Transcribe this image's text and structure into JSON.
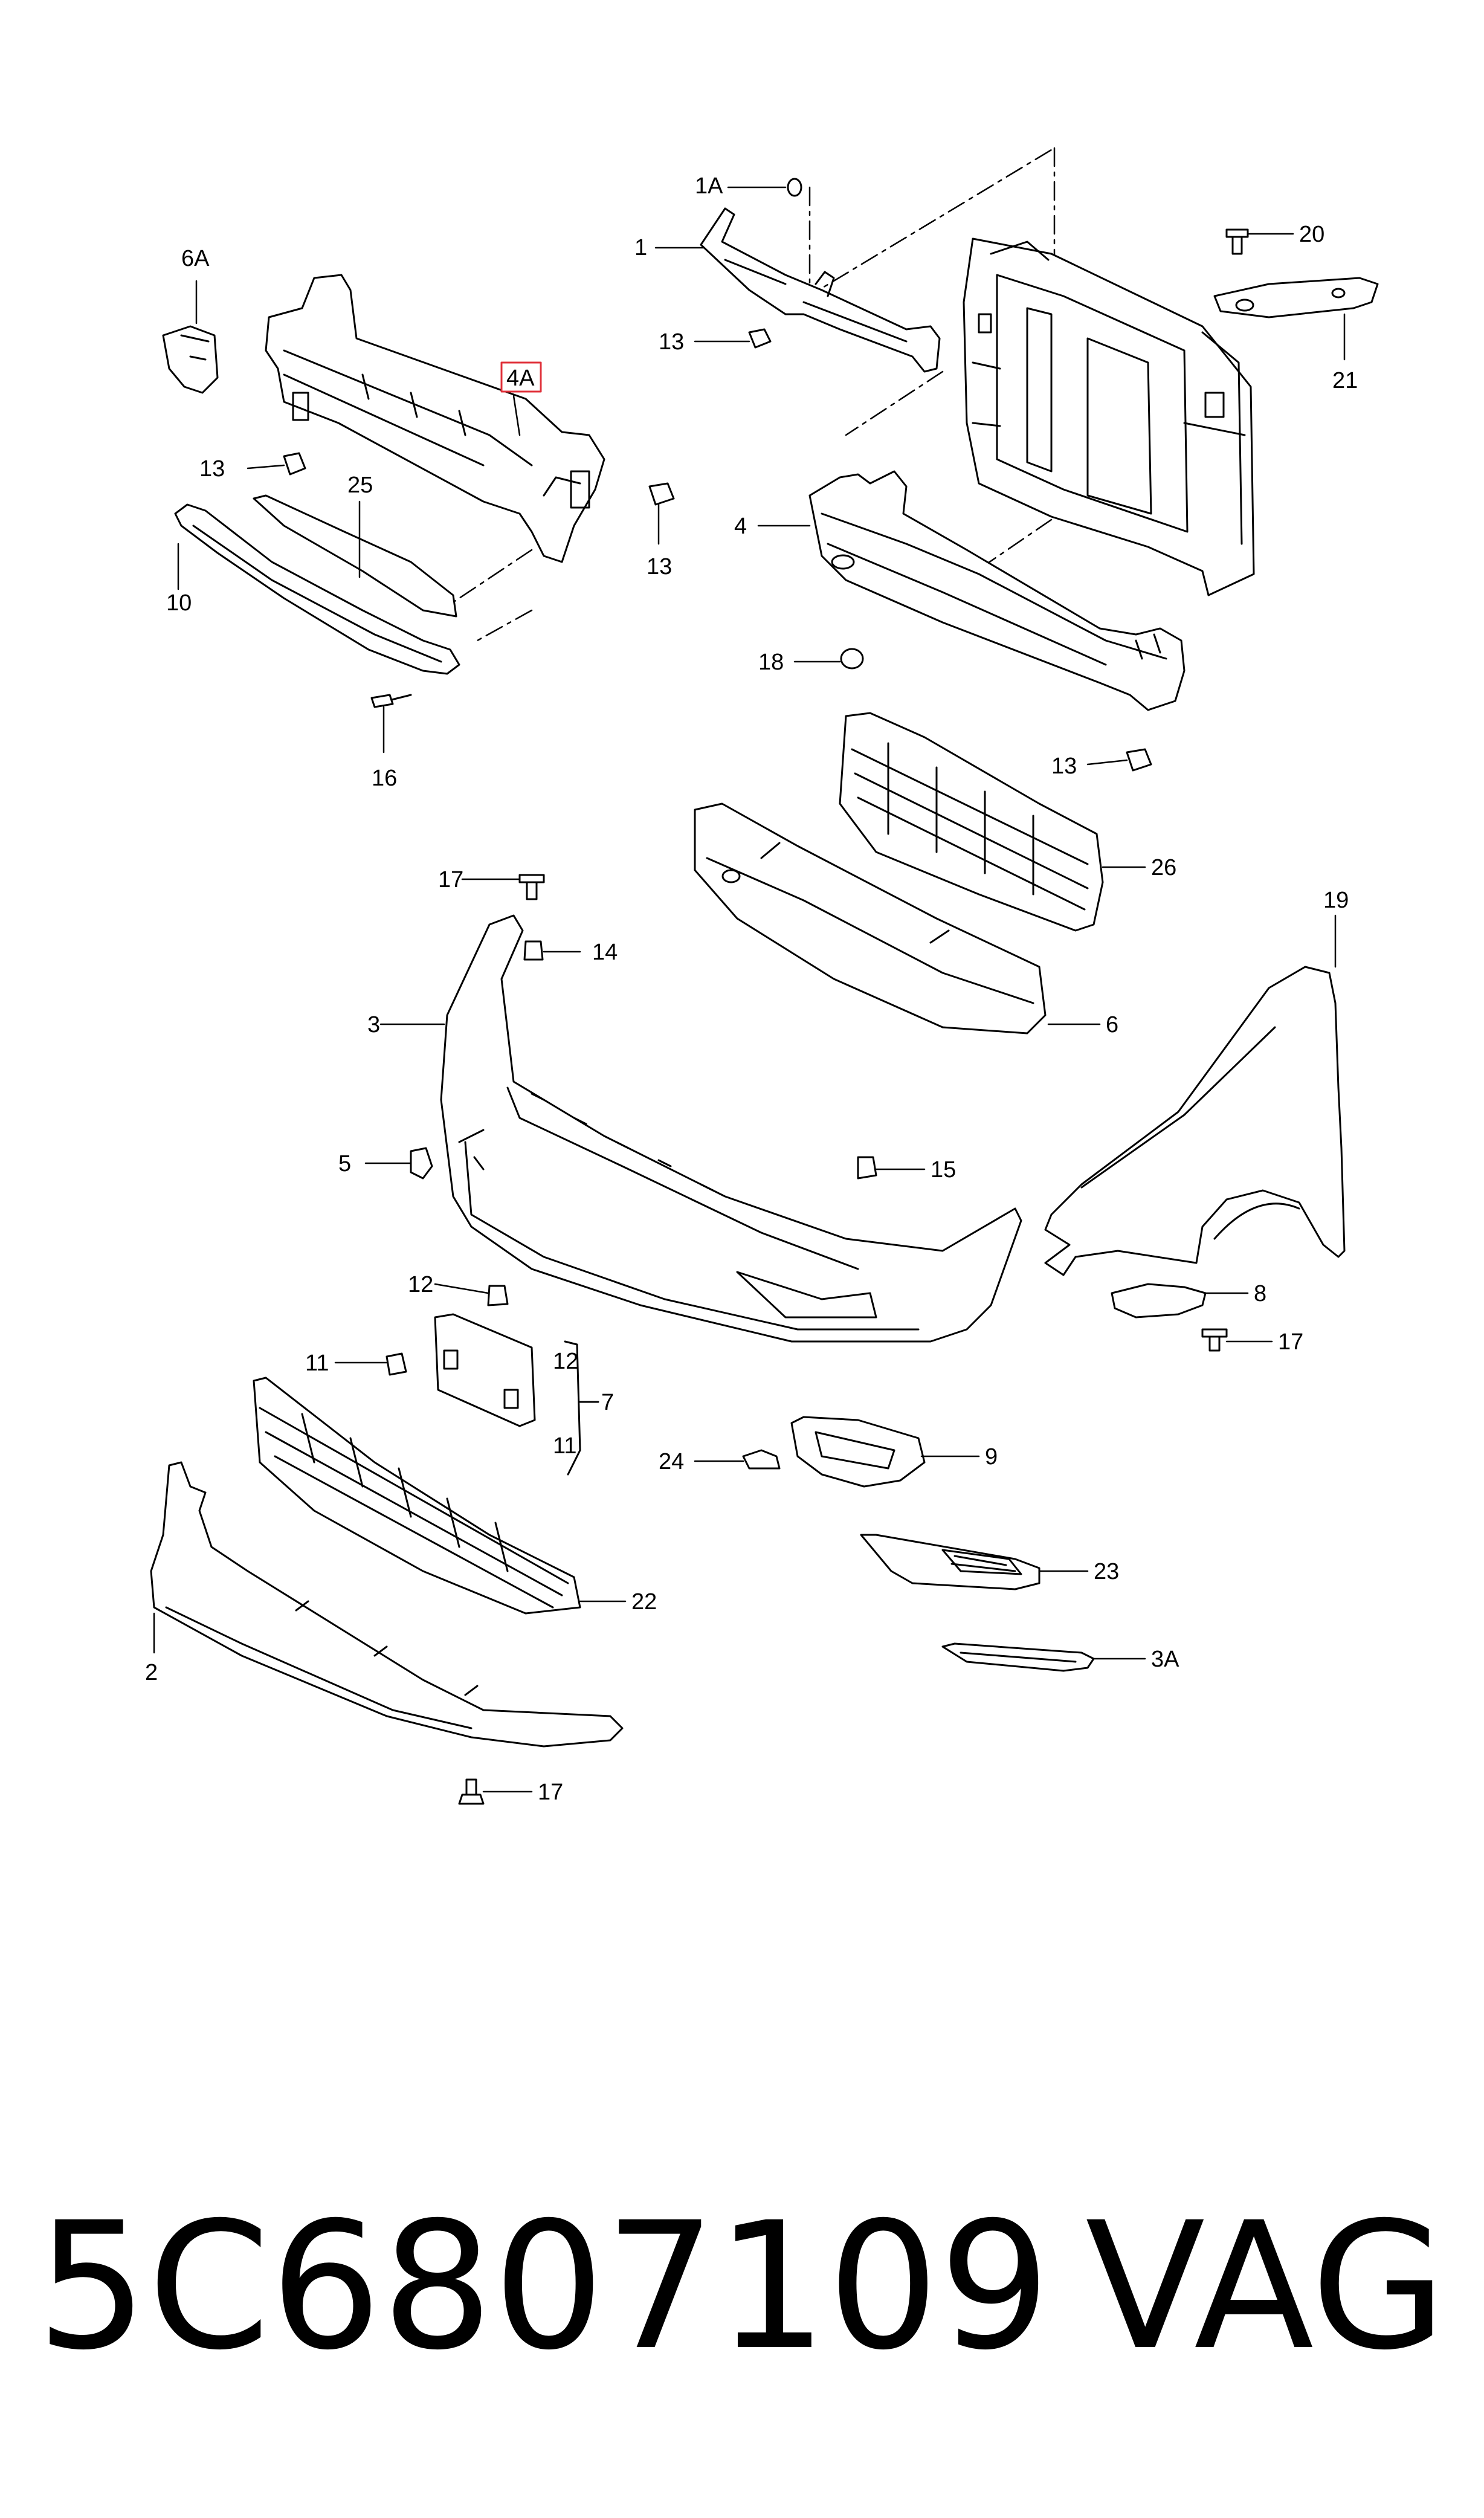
{
  "diagram": {
    "highlight_color": "#e0303a",
    "callouts": {
      "c1A": "1A",
      "c1": "1",
      "c13a": "13",
      "c6A": "6A",
      "c4A": "4A",
      "c13b": "13",
      "c13c": "13",
      "c25": "25",
      "c10": "10",
      "c16": "16",
      "c20": "20",
      "c21": "21",
      "c4": "4",
      "c18": "18",
      "c13d": "13",
      "c26": "26",
      "c17a": "17",
      "c14": "14",
      "c19": "19",
      "c3": "3",
      "c6": "6",
      "c5": "5",
      "c15": "15",
      "c12a": "12",
      "c12b": "12",
      "c7": "7",
      "c11a": "11",
      "c11b": "11",
      "c8": "8",
      "c17b": "17",
      "c24": "24",
      "c9": "9",
      "c23": "23",
      "c22": "22",
      "c3A": "3A",
      "c2": "2",
      "c17c": "17"
    }
  },
  "footer": {
    "part_number": "5C6807109",
    "brand": "VAG"
  }
}
